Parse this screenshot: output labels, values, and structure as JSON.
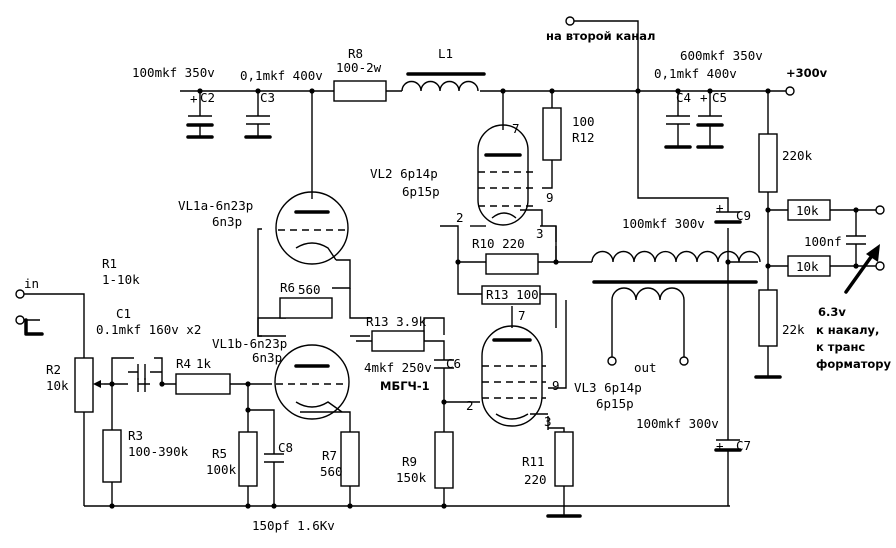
{
  "labels": {
    "c2_value": "100mkf 350v",
    "c2": "C2",
    "c3_value": "0,1mkf 400v",
    "c3": "C3",
    "r8": "R8",
    "r8_value": "100-2w",
    "l1": "L1",
    "second_channel": "на второй канал",
    "c4c5_value": "600mkf 350v",
    "c4c5_value2": "0,1mkf 400v",
    "c4": "C4",
    "c5": "C5",
    "b_plus": "+300v",
    "r12_value": "100",
    "r12": "R12",
    "vl2_name": "VL2 6p14p",
    "vl2_alt": "6p15p",
    "pin7_top": "7",
    "pin9_top": "9",
    "pin2_top": "2",
    "pin3_top": "3",
    "vl1a_name": "VL1a-6n23p",
    "vl1a_alt": "6n3p",
    "c9_value": "100mkf 300v",
    "c9": "C9",
    "r220k": "220k",
    "r10k_top": "10k",
    "c100nf": "100nf",
    "r10k_bottom": "10k",
    "heater_line1": "6.3v",
    "heater_line2": "к накалу,",
    "heater_line3": "к транс",
    "heater_line4": "форматору",
    "r22k": "22k",
    "r10": "R10 220",
    "r13_100": "R13 100",
    "r1": "R1",
    "r1_value": "1-10k",
    "in": "in",
    "c1": "C1",
    "c1_value": "0.1mkf 160v x2",
    "r6": "R6",
    "r6_value": "560",
    "r13_39": "R13 3.9k",
    "c6_value": "4mkf 250v",
    "c6_type": "МБГЧ-1",
    "c6": "C6",
    "pin7_bot": "7",
    "out": "out",
    "r2": "R2",
    "r2_value": "10k",
    "r4": "R4",
    "r4_value": "1k",
    "vl1b_name": "VL1b-6n23p",
    "vl1b_alt": "6n3p",
    "pin9_bot": "9",
    "pin2_bot": "2",
    "vl3_name": "VL3 6p14p",
    "vl3_alt": "6p15p",
    "pin3_bot": "3",
    "r3": "R3",
    "r3_value": "100-390k",
    "r5": "R5",
    "r5_value": "100k",
    "c8": "C8",
    "r7": "R7",
    "r7_value": "560",
    "r9": "R9",
    "r9_value": "150k",
    "r11": "R11",
    "r11_value": "220",
    "c7_value": "100mkf 300v",
    "c7": "C7",
    "c8_value": "150pf 1.6Kv",
    "plus": "+"
  }
}
